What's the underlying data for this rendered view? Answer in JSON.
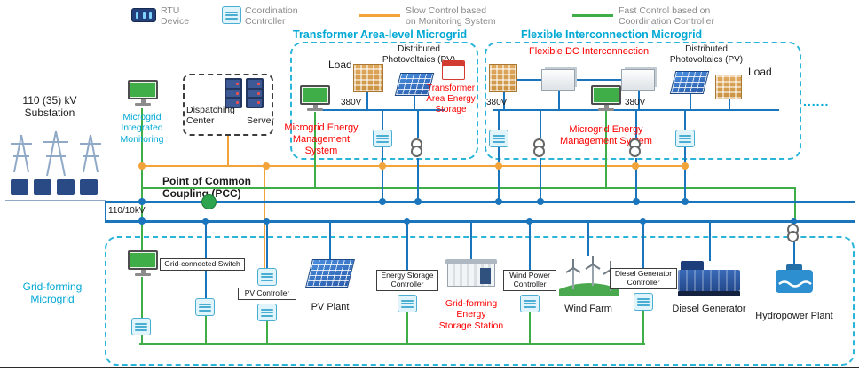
{
  "legend": {
    "rtu_label": "RTU\nDevice",
    "coordination_label": "Coordination\nController",
    "slow_label": "Slow Control based\non Monitoring System",
    "fast_label": "Fast Control based on\nCoordination Controller"
  },
  "substation": {
    "label": "110 (35) kV\nSubstation"
  },
  "monitoring": {
    "label": "Microgrid\nIntegrated\nMonitoring"
  },
  "dispatching": {
    "label": "Dispatching\nCenter",
    "server_label": "Server"
  },
  "pcc": {
    "label": "Point of Common\nCoupling (PCC)",
    "bus_label": "110/10kV"
  },
  "transformer_microgrid": {
    "title": "Transformer Area-level Microgrid",
    "load_label": "Load",
    "pv_label": "Distributed\nPhotovoltaics (PV)",
    "storage_label": "Transformer\nArea Energy\nStorage",
    "voltage": "380V",
    "ems_label": "Microgrid Energy\nManagement\nSystem"
  },
  "flexible_microgrid": {
    "title": "Flexible Interconnection Microgrid",
    "dc_label": "Flexible DC Interconnection",
    "pv_label": "Distributed\nPhotovoltaics (PV)",
    "load_label": "Load",
    "voltage_left": "380V",
    "voltage_right": "380V",
    "ems_label": "Microgrid Energy\nManagement System",
    "more_indicator": "......"
  },
  "gridforming_microgrid": {
    "title": "Grid-forming\nMicrogrid",
    "switch_label": "Grid-connected Switch",
    "pv_controller_label": "PV Controller",
    "pv_plant_label": "PV Plant",
    "storage_controller_label": "Energy Storage\nController",
    "storage_station_label": "Grid-forming\nEnergy\nStorage Station",
    "wind_controller_label": "Wind Power\nController",
    "wind_farm_label": "Wind Farm",
    "diesel_controller_label": "Diesel Generator\nController",
    "diesel_generator_label": "Diesel Generator",
    "hydro_label": "Hydropower Plant"
  },
  "colors": {
    "slow_control": "#F2A33A",
    "fast_control": "#3FAE49",
    "bus_line": "#1B75BC",
    "microgrid_border": "#2AB5D8",
    "highlight_text": "#FE0000",
    "cyan_text": "#00A8D4"
  }
}
